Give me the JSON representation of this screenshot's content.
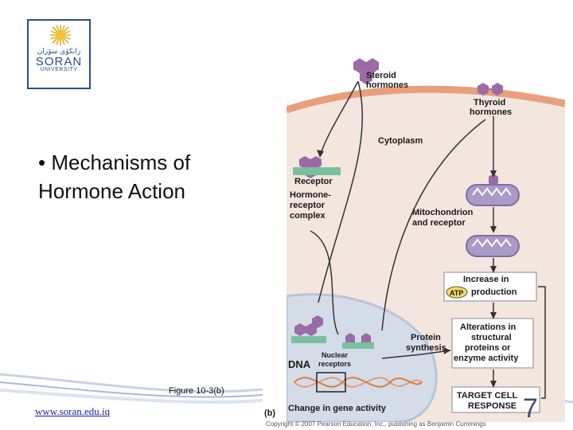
{
  "logo": {
    "arabic": "زانکۆی سۆران",
    "name": "SORAN",
    "subtitle": "UNIVERSITY"
  },
  "slide": {
    "bullet_line1": "• Mechanisms of",
    "bullet_line2": "Hormone Action",
    "figure_caption": "Figure 10-3(b)",
    "website": "www.soran.edu.iq",
    "page_number": "7"
  },
  "diagram": {
    "steroid_line1": "Steroid",
    "steroid_line2": "hormones",
    "thyroid_line1": "Thyroid",
    "thyroid_line2": "hormones",
    "cytoplasm": "Cytoplasm",
    "receptor": "Receptor",
    "hrc_line1": "Hormone-",
    "hrc_line2": "receptor",
    "hrc_line3": "complex",
    "mito_line1": "Mitochondrion",
    "mito_line2": "and receptor",
    "increase_line1": "Increase in",
    "atp": "ATP",
    "increase_line2": "production",
    "protein_line1": "Protein",
    "protein_line2": "synthesis",
    "alter_line1": "Alterations in",
    "alter_line2": "structural",
    "alter_line3": "proteins or",
    "alter_line4": "enzyme activity",
    "nuclear_line1": "Nuclear",
    "nuclear_line2": "receptors",
    "dna": "DNA",
    "gene_activity": "Change in gene activity",
    "target_line1": "TARGET CELL",
    "target_line2": "RESPONSE",
    "panel_label": "(b)",
    "copyright": "Copyright © 2007 Pearson Education, Inc., publishing as Benjamin Cummings"
  },
  "colors": {
    "brand_blue": "#2c4c8c",
    "membrane": "#e8a07c",
    "hormone_purple": "#9a6ba6",
    "receptor_green": "#7bbf9e",
    "nucleus": "#d4dce8"
  }
}
